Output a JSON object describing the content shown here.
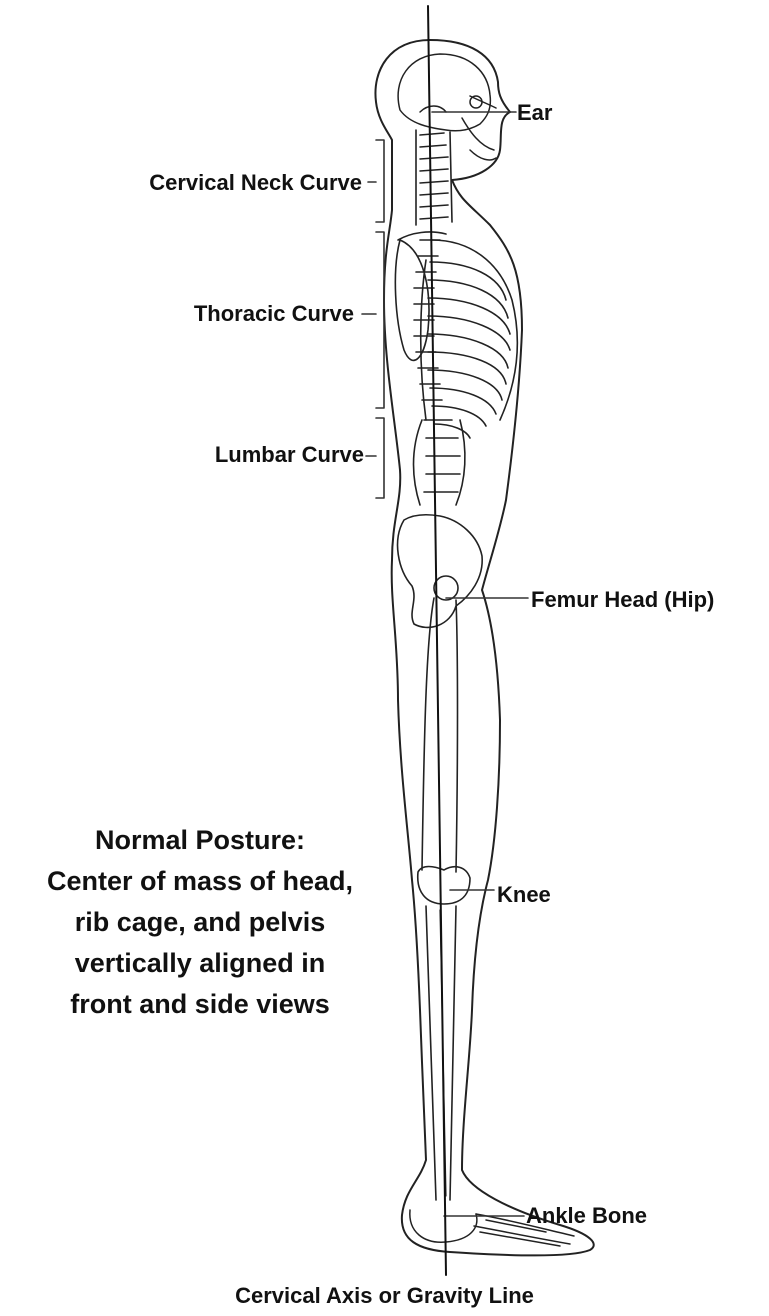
{
  "labels": {
    "ear": "Ear",
    "cervical": "Cervical Neck Curve",
    "thoracic": "Thoracic Curve",
    "lumbar": "Lumbar Curve",
    "femur": "Femur Head (Hip)",
    "knee": "Knee",
    "ankle": "Ankle Bone"
  },
  "caption": {
    "line1": "Normal Posture:",
    "line2": "Center of mass of head,",
    "line3": "rib cage, and pelvis",
    "line4": "vertically aligned in",
    "line5": "front and side views"
  },
  "axis_title": "Cervical Axis or Gravity Line"
}
